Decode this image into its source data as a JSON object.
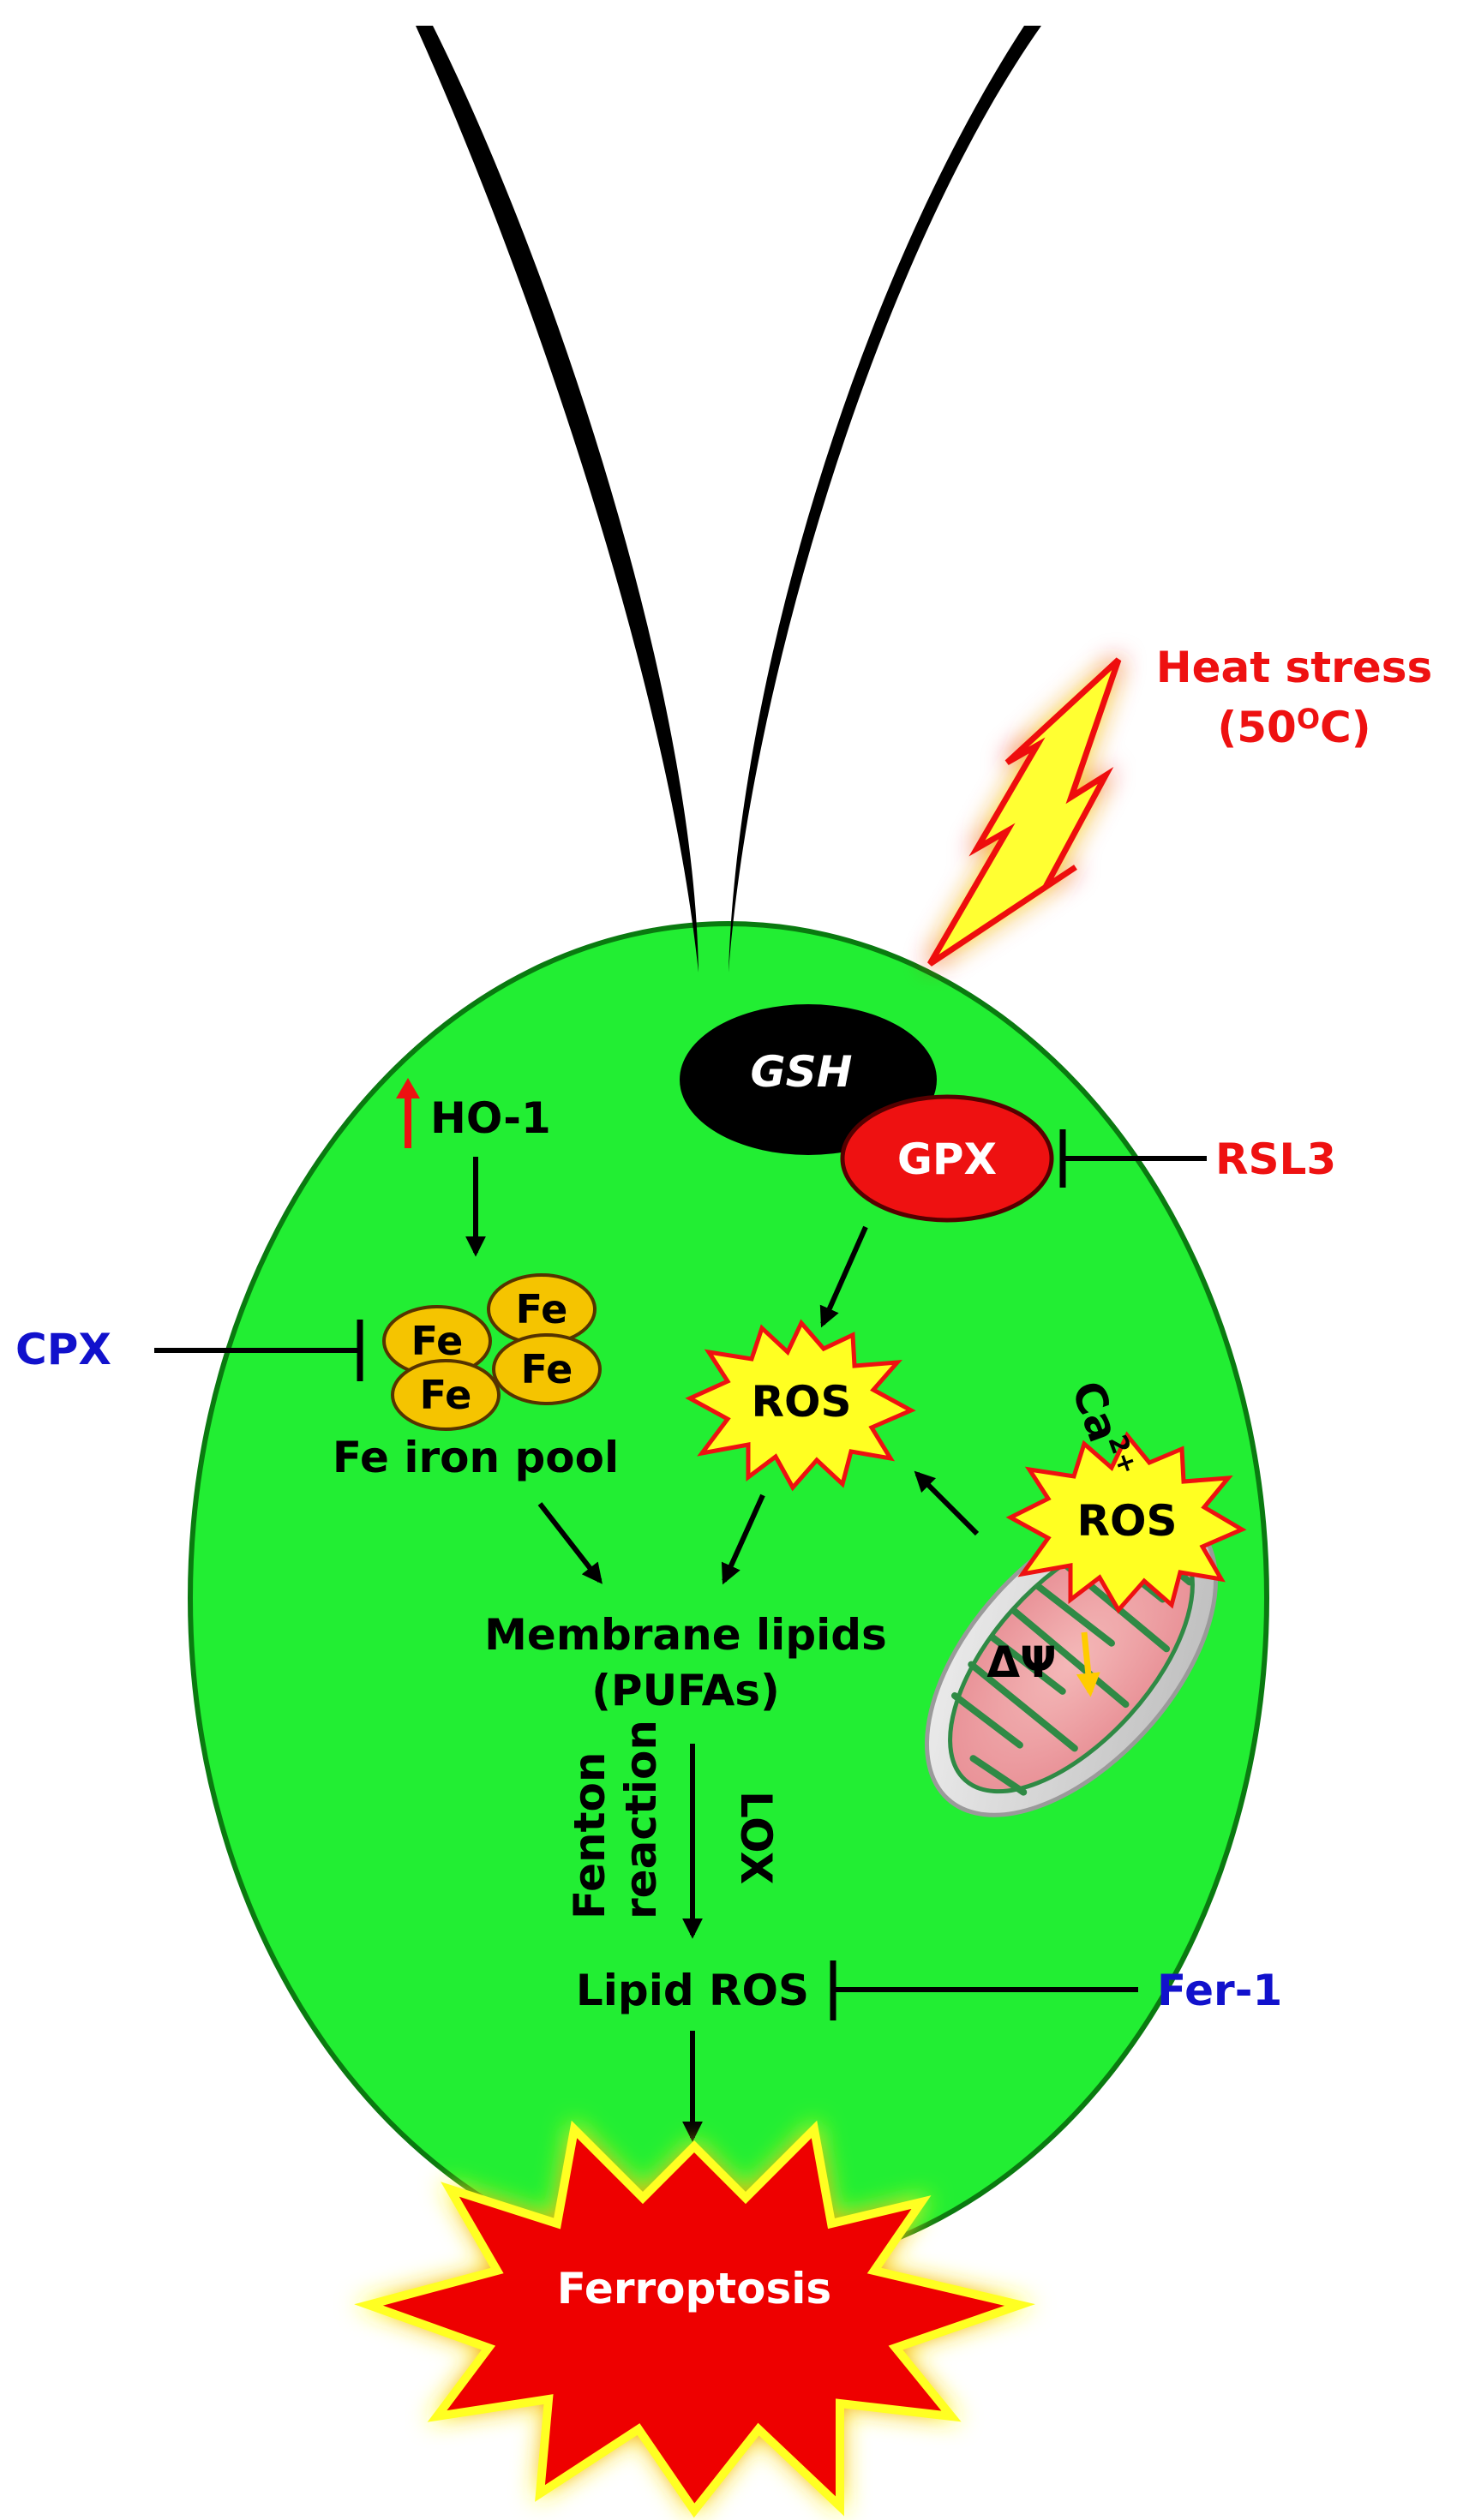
{
  "labels": {
    "heat_stress_line1": "Heat stress",
    "heat_stress_line2": "(50",
    "heat_stress_sup": "O",
    "heat_stress_end": "C)",
    "gsh": "GSH",
    "gpx": "GPX",
    "rsl3": "RSL3",
    "ho1": "HO-1",
    "cpx": "CPX",
    "fe": "Fe",
    "fe_pool": "Fe iron pool",
    "ros": "ROS",
    "ca": "Ca",
    "ca_sup": "2+",
    "delta_psi": "ΔΨ",
    "membrane_line1": "Membrane lipids",
    "membrane_line2": "(PUFAs)",
    "fenton_line1": "Fenton",
    "fenton_line2": "reaction",
    "lox": "LOX",
    "lipid_ros": "Lipid ROS",
    "fer1": "Fer-1",
    "ferroptosis": "Ferroptosis"
  },
  "colors": {
    "cell": "#22ee33",
    "inducer": "#ee1111",
    "inhibitor": "#1111cc",
    "iron": "#f5c400",
    "ros_burst": "#ffff22",
    "death_burst": "#ee0000"
  }
}
